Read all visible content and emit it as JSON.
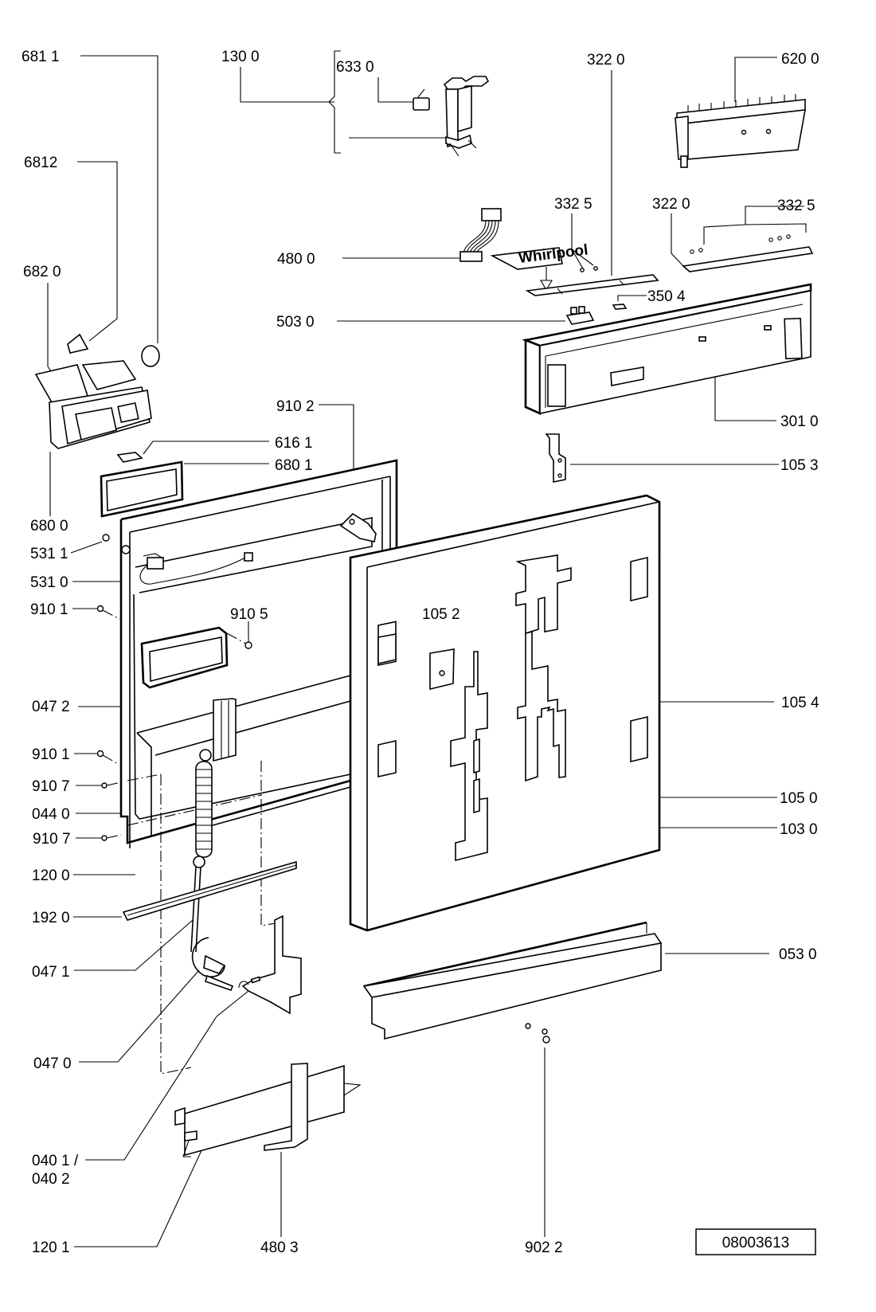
{
  "diagram": {
    "title": "Dishwasher door and control panel exploded parts diagram",
    "document_number": "08003613",
    "brand_label": "Whirlpool",
    "labels": {
      "l6811": "681 1",
      "l1300": "130 0",
      "l6330": "633 0",
      "l3220a": "322 0",
      "l6200": "620 0",
      "l6812": "6812",
      "l3325a": "332 5",
      "l3220b": "322  0",
      "l3325b": "332  5",
      "l4800": "480 0",
      "l6820": "682 0",
      "l3504": "350 4",
      "l5030": "503  0",
      "l9102": "910 2",
      "l3010": "301 0",
      "l6161": "616 1",
      "l6801": "680 1",
      "l1053": "105 3",
      "l6800": "680 0",
      "l5311": "531 1",
      "l5310": "531 0",
      "l9101a": "910 1",
      "l9105": "910 5",
      "l1052": "105 2",
      "l0472": "047 2",
      "l1054": "105 4",
      "l9101b": "910 1",
      "l9107a": "910 7",
      "l0440": "044 0",
      "l1050": "105 0",
      "l9107b": "910 7",
      "l1030": "103 0",
      "l1200": "120 0",
      "l1920": "192 0",
      "l0471": "047 1",
      "l0530": "053 0",
      "l0470": "047 0",
      "l0401": "040 1  /",
      "l0402": "040 2",
      "l1201": "120 1",
      "l4803": "480 3",
      "l9022": "902 2"
    }
  }
}
